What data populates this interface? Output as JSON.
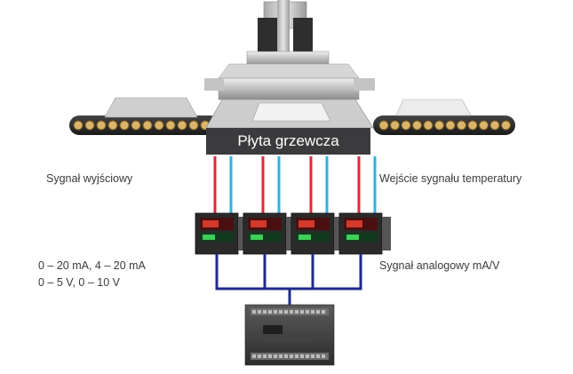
{
  "plate": {
    "label": "Płyta grzewcza"
  },
  "labels": {
    "output_signal": "Sygnał wyjściowy",
    "temperature_input": "Wejście sygnału temperatury",
    "analog_ranges_line1": "0 – 20 mA, 4 – 20 mA",
    "analog_ranges_line2": "0 – 5 V, 0 – 10 V",
    "analog_signal": "Sygnał analogowy mA/V"
  },
  "controllers": {
    "count": 4
  },
  "colors": {
    "output_line": "#e02a33",
    "input_line": "#2bb3e6",
    "bus_line": "#1f2b8a",
    "plate": "#3b3b3e",
    "belt": "#2a2a2c",
    "roller": "#d9b46a"
  }
}
